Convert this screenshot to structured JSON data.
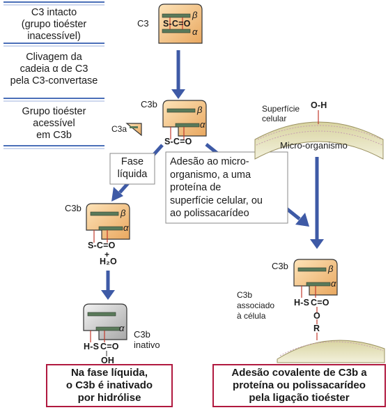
{
  "steps": [
    "C3 intacto\n(grupo tioéster\ninacessível)",
    "Clivagem da\ncadeia α de C3\npela C3-convertase",
    "Grupo tioéster\nacessível\nem C3b"
  ],
  "labels": {
    "c3": "C3",
    "c3b_top": "C3b",
    "c3a": "C3a",
    "c3b_left": "C3b",
    "c3b_right": "C3b",
    "c3b_inactive": "C3b",
    "inactive": "inativo",
    "beta": "β",
    "alpha": "α",
    "thioester": "S-C=O",
    "h2o_plus": "+",
    "h2o": "H₂O",
    "hs": "H-S",
    "c_o": "C=O",
    "oh": "OH",
    "o": "O",
    "r": "R",
    "ligand_oh": "O-H",
    "ligand_r": "R",
    "surface": "Superfície\ncelular",
    "microorganism": "Micro-organismo",
    "cell_associated": "C3b\nassociado\nà célula"
  },
  "fluid_phase": "Fase\nlíquida",
  "adhesion": "Adesão ao micro-\norganismo, a uma\nproteína de\nsuperfície celular, ou\nao polissacarídeo",
  "summary_left": "Na fase líquida,\no C3b é inativado\npor hidrólise",
  "summary_right": "Adesão covalente de C3b a\nproteína ou polissacarídeo\npela ligação tioéster",
  "colors": {
    "protein_fill": "#f3c48a",
    "protein_inactive": "#cfcfcf",
    "chain": "#5a7a5a",
    "arrow": "#3e5aa6",
    "divider": "#4a6fb8",
    "bond": "#c0392b",
    "summary_border": "#b0193f",
    "surface": "#b8b27a"
  }
}
